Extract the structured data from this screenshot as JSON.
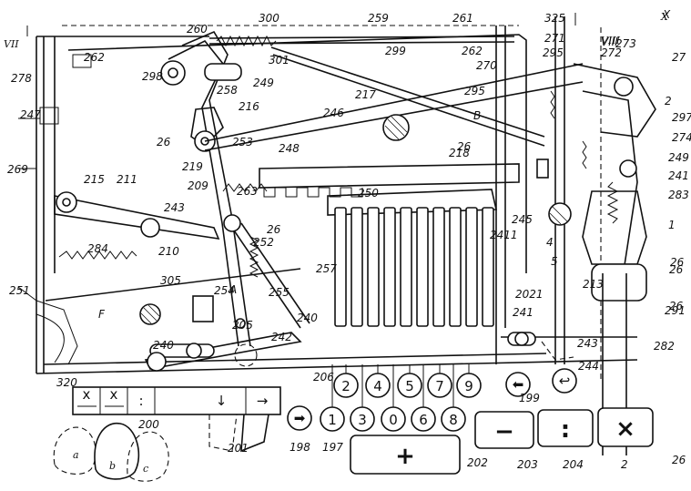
{
  "section_marks": [
    "VII",
    "VIII",
    "X"
  ],
  "number_keys": [
    {
      "id": "2",
      "label": "2"
    },
    {
      "id": "4",
      "label": "4"
    },
    {
      "id": "5",
      "label": "5"
    },
    {
      "id": "7",
      "label": "7"
    },
    {
      "id": "9",
      "label": "9"
    },
    {
      "id": "1",
      "label": "1"
    },
    {
      "id": "3",
      "label": "3"
    },
    {
      "id": "0",
      "label": "0"
    },
    {
      "id": "6",
      "label": "6"
    },
    {
      "id": "8",
      "label": "8"
    }
  ],
  "function_keys": {
    "plus": "+",
    "minus": "−",
    "divide": ":",
    "multiply": "×",
    "shift_right": "➡",
    "shift_left": "⬅",
    "return": "↩",
    "control_strip": [
      "x",
      "x",
      ":",
      "↓",
      "→"
    ]
  },
  "finger_labels": [
    "a",
    "b",
    "c"
  ],
  "reference_numerals": [
    "300",
    "260",
    "259",
    "261",
    "325",
    "X",
    "262",
    "301",
    "299",
    "262",
    "271",
    "295",
    "VIII",
    "272",
    "273",
    "27",
    "298",
    "258",
    "249",
    "270",
    "278",
    "217",
    "246",
    "247",
    "295",
    "216",
    "253",
    "B",
    "297",
    "26",
    "248",
    "218",
    "274",
    "219",
    "26",
    "249",
    "269",
    "215",
    "211",
    "209",
    "250",
    "263",
    "241",
    "243",
    "26",
    "252",
    "245",
    "2411",
    "283",
    "4",
    "284",
    "210",
    "257",
    "2021",
    "5",
    "305",
    "254",
    "A",
    "255",
    "251",
    "213",
    "291",
    "F",
    "205",
    "240",
    "241",
    "240",
    "242",
    "243",
    "282",
    "320",
    "206",
    "244",
    "199",
    "198",
    "197",
    "200",
    "201",
    "202",
    "203",
    "204",
    "2",
    "1",
    "26",
    "26",
    "26",
    "26",
    "2",
    "2"
  ]
}
